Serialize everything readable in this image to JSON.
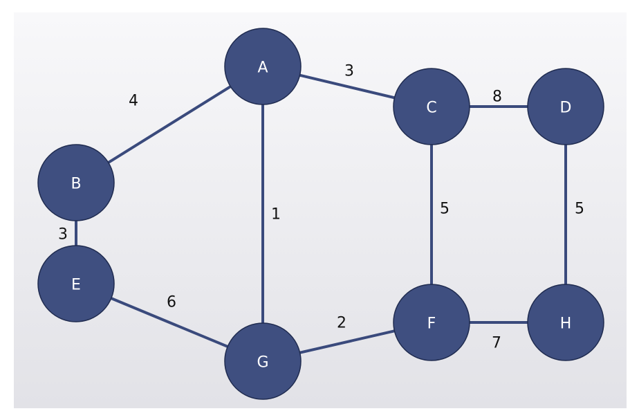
{
  "colors": {
    "node_fill": "#3f4f80",
    "node_stroke": "#1f2b4f",
    "edge": "#3a4a7c",
    "background_top": "#f8f8fa",
    "background_bottom": "#e2e2e7"
  },
  "nodes": [
    {
      "id": "A",
      "label": "A"
    },
    {
      "id": "B",
      "label": "B"
    },
    {
      "id": "C",
      "label": "C"
    },
    {
      "id": "D",
      "label": "D"
    },
    {
      "id": "E",
      "label": "E"
    },
    {
      "id": "F",
      "label": "F"
    },
    {
      "id": "G",
      "label": "G"
    },
    {
      "id": "H",
      "label": "H"
    }
  ],
  "edges": [
    {
      "from": "A",
      "to": "B",
      "weight": "4"
    },
    {
      "from": "A",
      "to": "C",
      "weight": "3"
    },
    {
      "from": "A",
      "to": "G",
      "weight": "1"
    },
    {
      "from": "B",
      "to": "E",
      "weight": "3"
    },
    {
      "from": "E",
      "to": "G",
      "weight": "6"
    },
    {
      "from": "G",
      "to": "F",
      "weight": "2"
    },
    {
      "from": "C",
      "to": "D",
      "weight": "8"
    },
    {
      "from": "C",
      "to": "F",
      "weight": "5"
    },
    {
      "from": "D",
      "to": "H",
      "weight": "5"
    },
    {
      "from": "F",
      "to": "H",
      "weight": "7"
    }
  ]
}
